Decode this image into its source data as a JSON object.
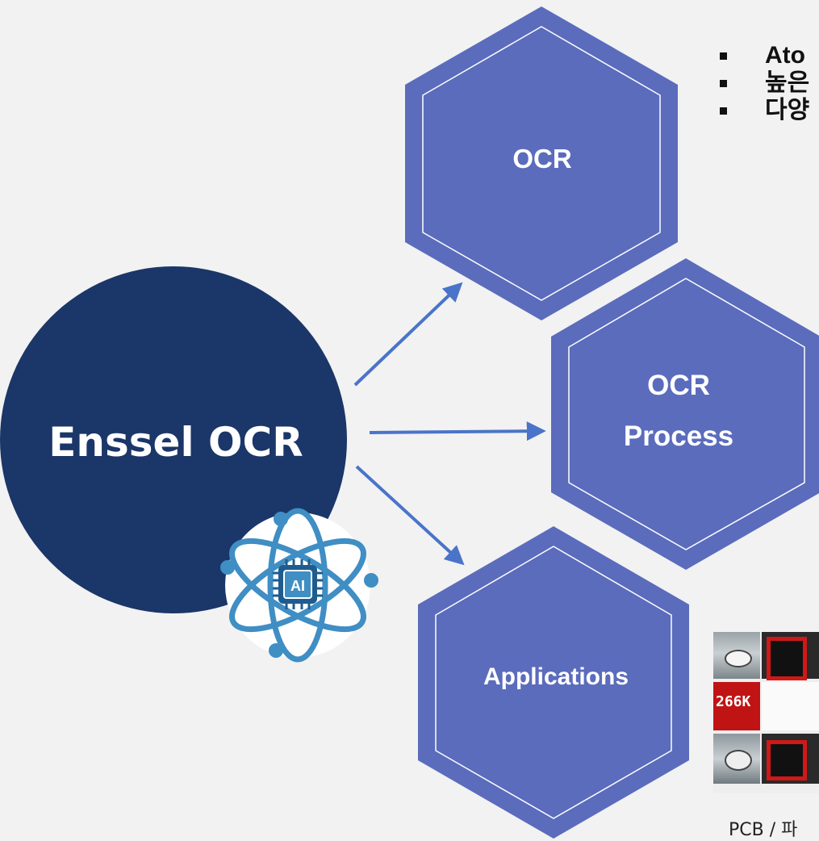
{
  "main": {
    "title": "Enssel OCR",
    "badge_text": "AI"
  },
  "hexagons": {
    "ocr": {
      "lines": [
        "OCR"
      ]
    },
    "ocr_process": {
      "lines": [
        "OCR",
        "Process"
      ]
    },
    "applications": {
      "lines": [
        "Applications"
      ]
    }
  },
  "bullets": [
    "Ato",
    "높은",
    "다양"
  ],
  "thumbnail": {
    "label": "266K"
  },
  "caption": "PCB / 파",
  "colors": {
    "background": "#f2f2f2",
    "circle": "#1b3668",
    "hexagon": "#5b6cbd",
    "hexagon_outline": "#ffffff",
    "arrow": "#4a74c9",
    "atom": "#3f8ec4"
  }
}
